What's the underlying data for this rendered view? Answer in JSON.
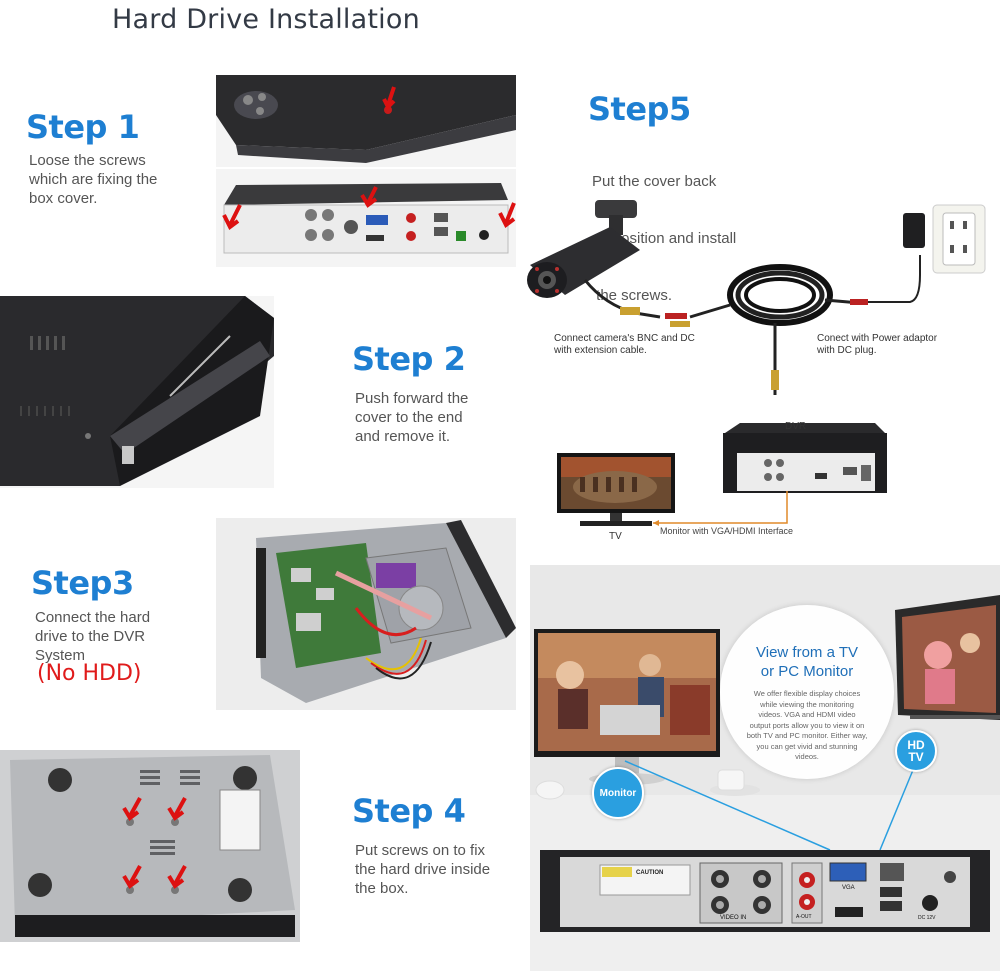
{
  "title": "Hard Drive Installation",
  "steps": [
    {
      "title": "Step 1",
      "desc": [
        "Loose the screws",
        "which are fixing the",
        "box cover."
      ]
    },
    {
      "title": "Step 2",
      "desc": [
        "Push forward the",
        "cover to the end",
        "and remove it."
      ]
    },
    {
      "title": "Step3",
      "desc": [
        "Connect the hard",
        "drive to the DVR",
        "System"
      ],
      "note": "(No HDD)"
    },
    {
      "title": "Step 4",
      "desc": [
        "Put screws on to fix",
        "the hard drive inside",
        "the box."
      ]
    },
    {
      "title": "Step5",
      "desc": [
        "Put the cover back",
        " to position and install",
        " the screws."
      ]
    }
  ],
  "diagram": {
    "camera_caption": [
      "Connect camera's BNC and DC",
      "with extension cable."
    ],
    "power_caption": [
      "Conect with Power adaptor",
      "with DC plug."
    ],
    "dvr_label": "DVR",
    "tv_label": "TV",
    "monitor_caption": "Monitor with VGA/HDMI Interface"
  },
  "display": {
    "bubble_title": [
      "View from a TV",
      "or PC Monitor"
    ],
    "bubble_text": [
      "We offer flexible display choices",
      "while viewing the monitoring",
      "videos. VGA and HDMI video",
      "output ports allow you to view it on",
      "both TV and PC monitor. Either way,",
      "you can get vivid and stunning",
      "videos."
    ],
    "monitor_tag": "Monitor",
    "hdtv_tag": [
      "HD",
      "TV"
    ],
    "port_labels": {
      "video_in": "VIDEO IN",
      "vga": "VGA",
      "aout": "A-OUT",
      "dc": "DC 12V",
      "caution": "CAUTION"
    }
  },
  "colors": {
    "step_blue": "#1e7fd2",
    "warn_red": "#e01b1b",
    "line_orange": "#e08a2a",
    "link_blue": "#2a9fe0"
  }
}
